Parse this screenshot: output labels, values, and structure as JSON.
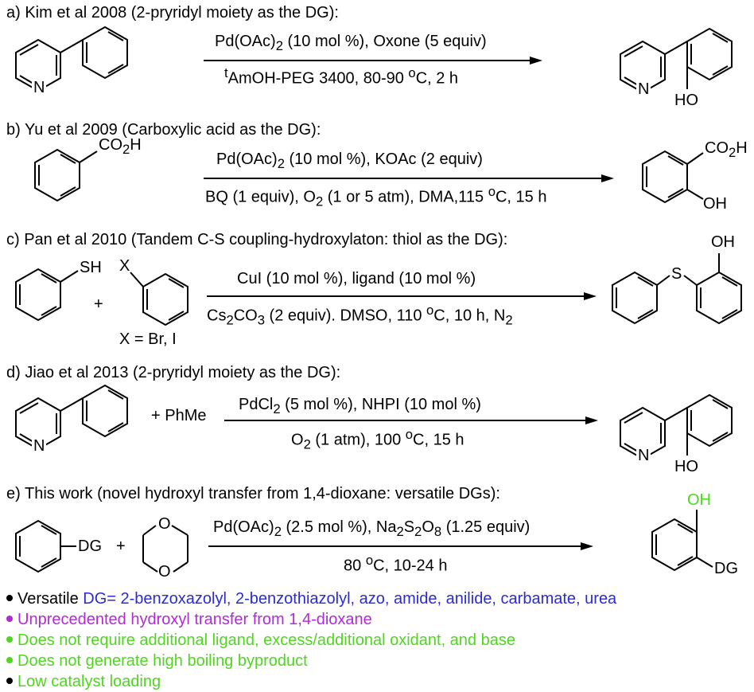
{
  "colors": {
    "black": "#000000",
    "blue": "#2b2bd6",
    "purple": "#b02ad6",
    "green": "#4fd61f"
  },
  "sections": {
    "a": {
      "title": "a) Kim et al 2008 (2-pryridyl moiety as the DG):",
      "cond_top_1": "Pd(OAc)",
      "cond_top_sub1": "2",
      "cond_top_2": " (10 mol %), Oxone (5 equiv)",
      "cond_bot_sup": "t",
      "cond_bot_1": "AmOH-PEG 3400, 80-90 ",
      "cond_bot_sup2": "o",
      "cond_bot_2": "C, 2 h",
      "atom_n1": "N",
      "atom_n2": "N",
      "atom_ho": "HO"
    },
    "b": {
      "title": "b) Yu et al 2009 (Carboxylic acid as the DG):",
      "cond_top_1": "Pd(OAc)",
      "cond_top_sub1": "2",
      "cond_top_2": " (10 mol %), KOAc (2 equiv)",
      "cond_bot_1": "BQ (1 equiv), O",
      "cond_bot_sub1": "2",
      "cond_bot_2": " (1 or 5 atm), DMA,115 ",
      "cond_bot_sup": "o",
      "cond_bot_3": "C, 15 h",
      "co2h_1a": "CO",
      "co2h_1sub": "2",
      "co2h_1b": "H",
      "co2h_2a": "CO",
      "co2h_2sub": "2",
      "co2h_2b": "H",
      "atom_oh": "OH"
    },
    "c": {
      "title": "c) Pan et al 2010 (Tandem C-S coupling-hydroxylaton: thiol as the DG):",
      "cond_top": "CuI (10 mol %), ligand (10 mol %)",
      "cond_bot_1": "Cs",
      "cond_bot_sub1": "2",
      "cond_bot_2": "CO",
      "cond_bot_sub2": "3",
      "cond_bot_3": " (2 equiv). DMSO, 110 ",
      "cond_bot_sup": "o",
      "cond_bot_4": "C, 10 h, N",
      "cond_bot_sub3": "2",
      "atom_sh": "SH",
      "atom_x": "X",
      "plus": "+",
      "x_def": "X = Br, I",
      "atom_s": "S",
      "atom_oh": "OH"
    },
    "d": {
      "title": "d) Jiao et al 2013 (2-pryridyl moiety as the DG):",
      "cond_top_1": "PdCl",
      "cond_top_sub1": "2",
      "cond_top_2": " (5 mol %), NHPI (10 mol %)",
      "cond_bot_1": "O",
      "cond_bot_sub1": "2",
      "cond_bot_2": " (1 atm), 100 ",
      "cond_bot_sup": "o",
      "cond_bot_3": "C, 15 h",
      "plus_phme": "+ PhMe",
      "atom_n1": "N",
      "atom_n2": "N",
      "atom_ho": "HO"
    },
    "e": {
      "title": "e) This work (novel hydroxyl transfer from 1,4-dioxane: versatile DGs):",
      "cond_top_1": "Pd(OAc)",
      "cond_top_sub1": "2",
      "cond_top_2": " (2.5 mol %), Na",
      "cond_top_sub2": "2",
      "cond_top_3": "S",
      "cond_top_sub3": "2",
      "cond_top_4": "O",
      "cond_top_sub4": "8",
      "cond_top_5": " (1.25 equiv)",
      "cond_bot_1": "80 ",
      "cond_bot_sup": "o",
      "cond_bot_2": "C, 10-24 h",
      "atom_dg1": "DG",
      "plus": "+",
      "atom_o1": "O",
      "atom_o2": "O",
      "atom_oh": "OH",
      "atom_dg2": "DG"
    }
  },
  "bullets": [
    {
      "prefix": "Versatile ",
      "text": "DG= 2-benzoxazolyl, 2-benzothiazolyl, azo, amide, anilide, carbamate, urea"
    },
    {
      "text": "Unprecedented hydroxyl transfer from 1,4-dioxane"
    },
    {
      "text": "Does not require additional ligand, excess/additional oxidant, and base"
    },
    {
      "text": "Does not generate high boiling byproduct"
    },
    {
      "text": "Low catalyst loading"
    }
  ]
}
